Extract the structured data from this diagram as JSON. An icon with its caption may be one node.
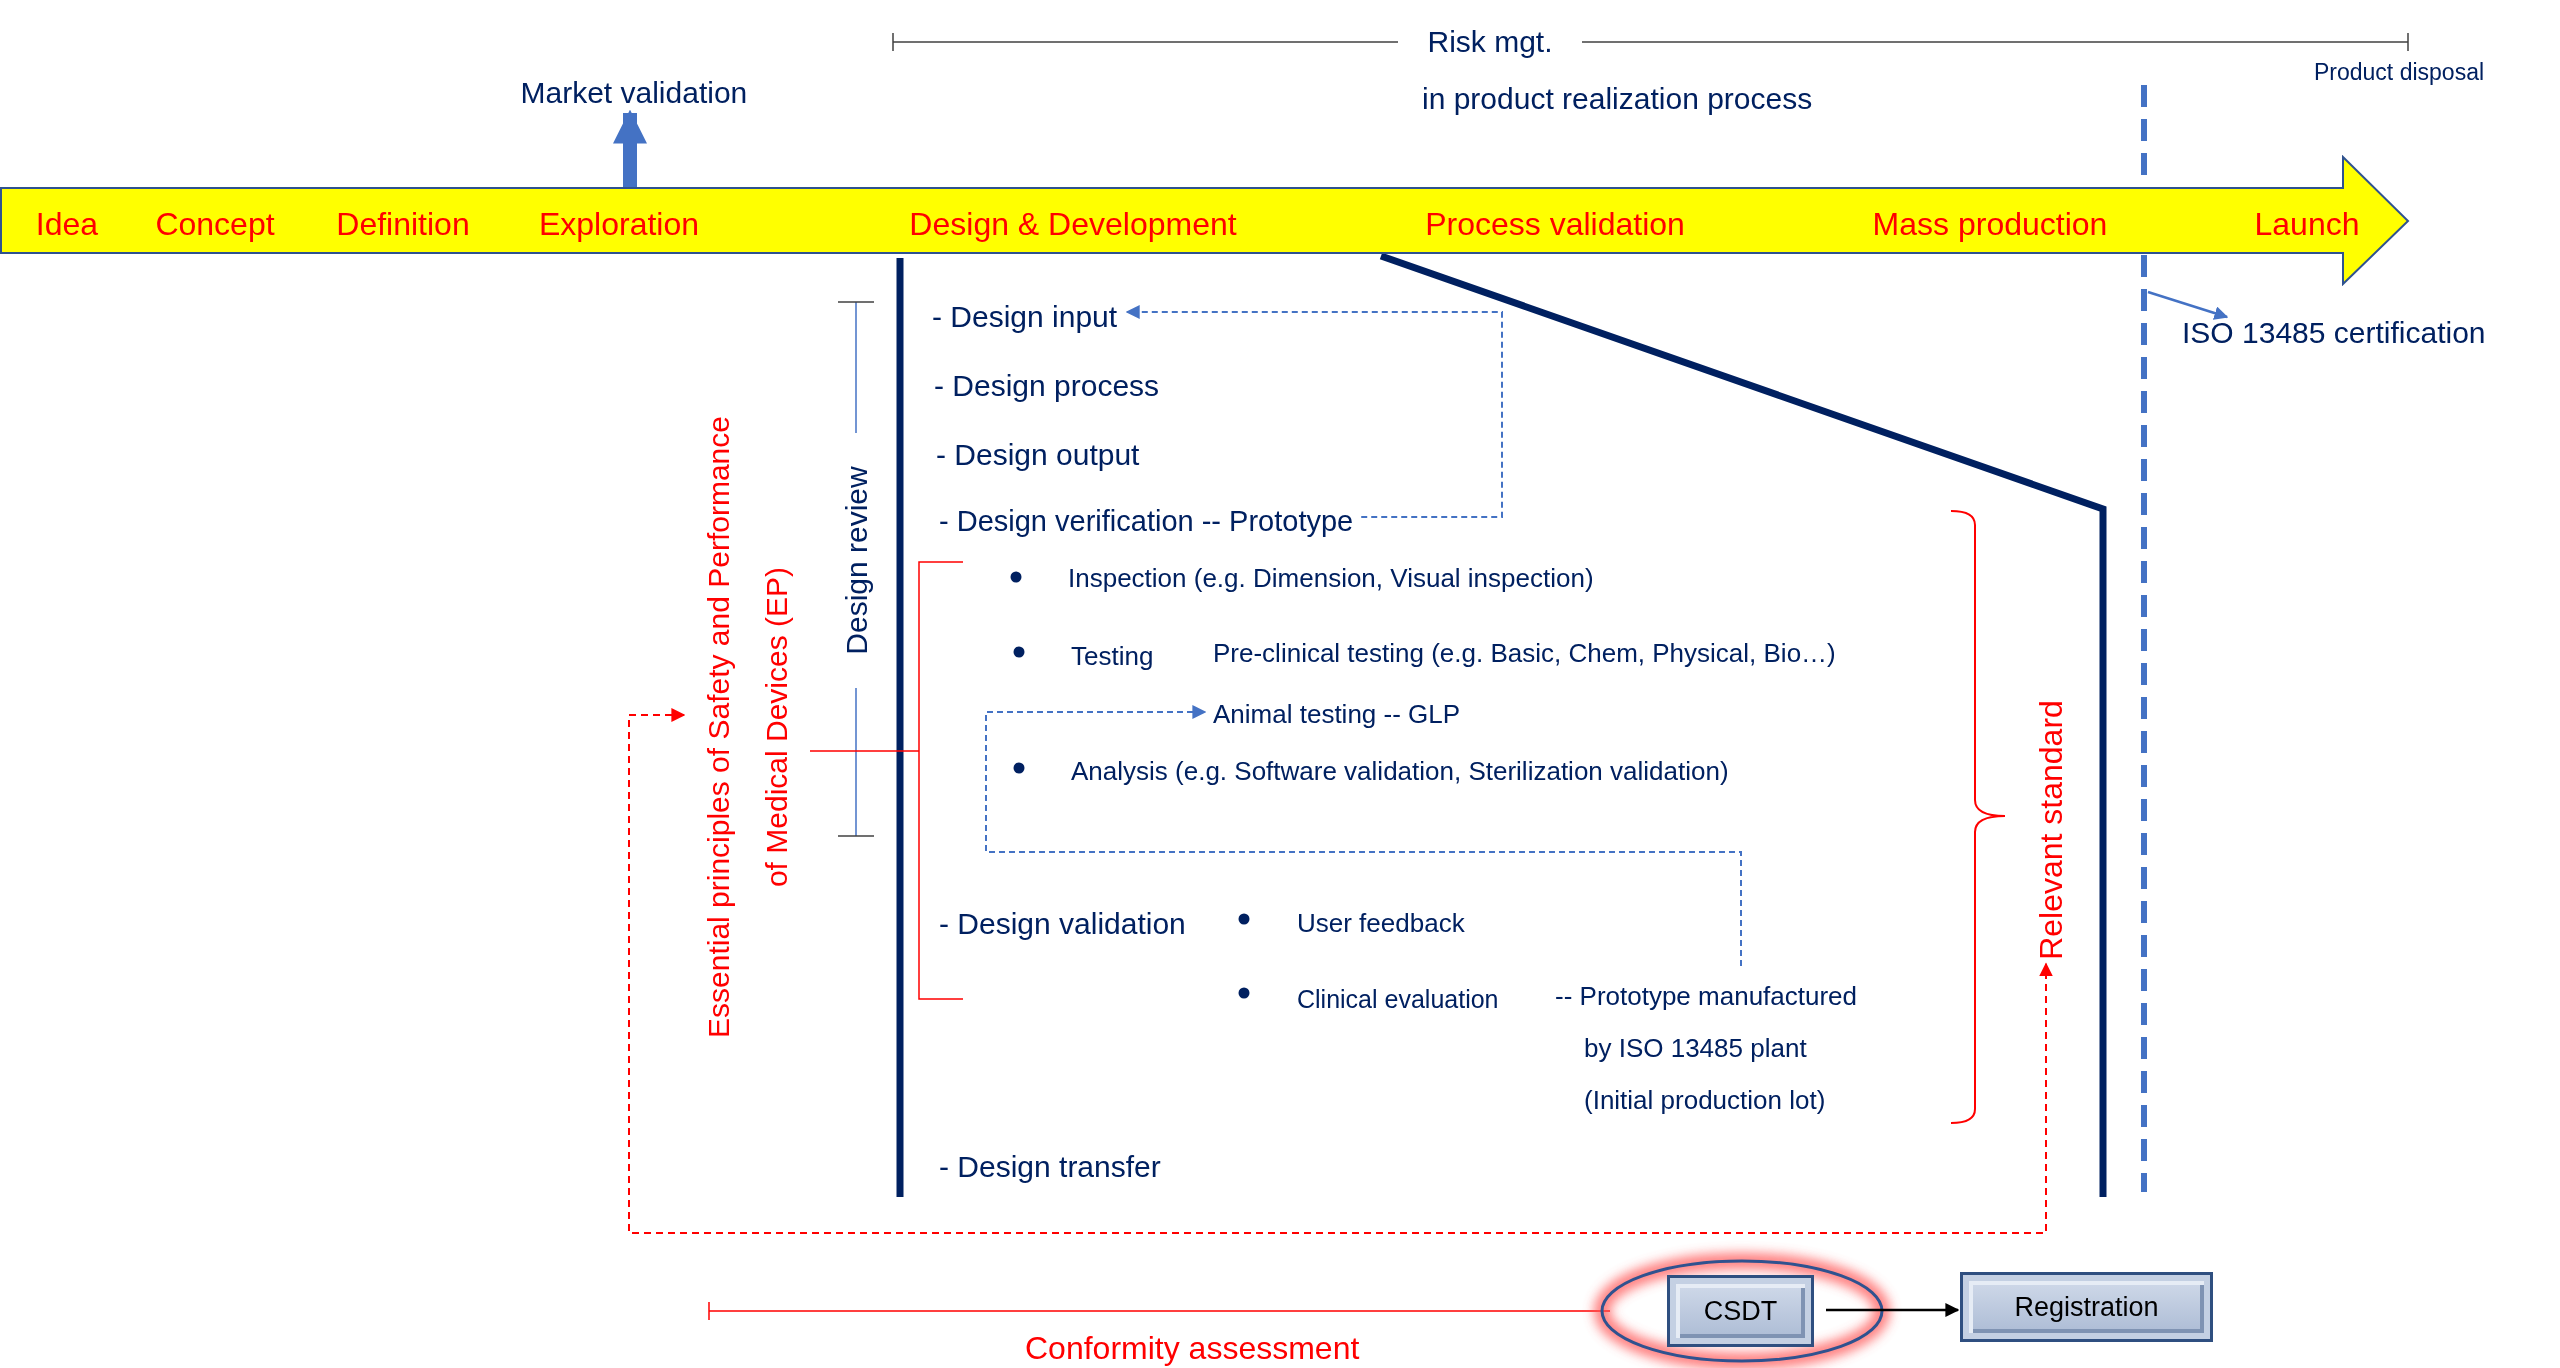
{
  "diagram": {
    "nodes": [
      {
        "text": [
          "Idea",
          "Concept",
          "Definition",
          "Exploration",
          "Design & Development",
          "Process validation",
          "Mass production",
          "Launch"
        ]
      },
      {
        "text": [
          "Market validation"
        ]
      },
      {
        "text": [
          "ISO 13485 certification"
        ]
      },
      {
        "text": [
          "Essential principles of Safety and Performance of Medical Devices (EP)"
        ]
      },
      {
        "text": [
          "- Design input"
        ]
      },
      {
        "text": [
          "- Design verification -- Prototype"
        ]
      },
      {
        "text": [
          "Animal testing -- GLP"
        ]
      },
      {
        "text": [
          "-- Prototype manufactured by ISO 13485 plant (Initial production lot)"
        ]
      },
      {
        "text": [
          "Relevant standard"
        ]
      },
      {
        "text": [
          "CSDT"
        ]
      },
      {
        "text": [
          "Registration"
        ]
      }
    ],
    "edges": [
      {
        "from": 0,
        "to": 1,
        "arrow": "to",
        "style": "thick",
        "color": "#4472c4"
      },
      {
        "from": null,
        "to": 2,
        "arrow": "to",
        "color": "#4472c4"
      },
      {
        "from": 5,
        "to": 4,
        "arrow": "to",
        "style": "dashed",
        "color": "#4472c4"
      },
      {
        "from": 7,
        "to": 6,
        "arrow": "to",
        "style": "dashed",
        "color": "#4472c4"
      },
      {
        "from": 3,
        "to": 8,
        "arrow": "both",
        "style": "dashed",
        "color": "#ff0000"
      },
      {
        "from": 9,
        "to": 10,
        "arrow": "to",
        "color": "#000000"
      }
    ],
    "labels": [
      "Risk mgt.",
      "in product realization process",
      "Product disposal",
      "- Design process",
      "- Design output",
      "Design review",
      "Inspection (e.g. Dimension, Visual inspection)",
      "Testing",
      "Pre-clinical testing (e.g. Basic, Chem, Physical, Bio…)",
      "Analysis (e.g. Software validation, Sterilization validation)",
      "- Design validation",
      "User feedback",
      "Clinical evaluation",
      "- Design transfer",
      "Conformity assessment"
    ]
  }
}
